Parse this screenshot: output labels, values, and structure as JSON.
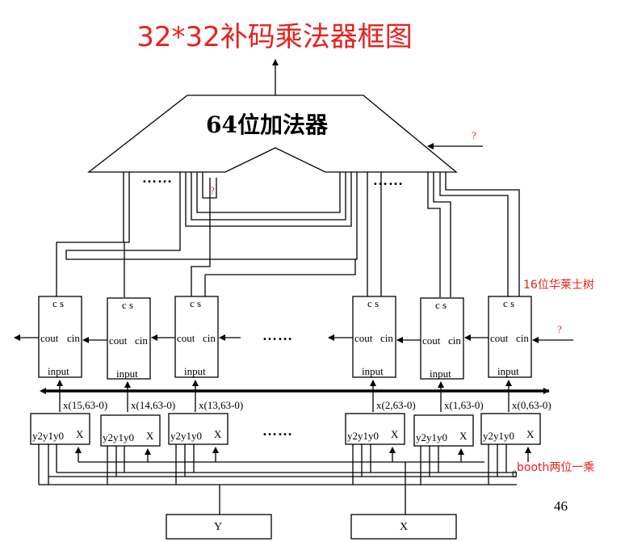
{
  "title": "32*32补码乘法器框图",
  "adder": {
    "label": "64位加法器"
  },
  "question_mark": "?",
  "wallace_tree_label": "16位华莱士树",
  "booth_label": "booth两位一乘",
  "csa_cells": [
    {
      "cs": "c s",
      "cout": "cout",
      "cin": "cin",
      "input": "input"
    },
    {
      "cs": "c s",
      "cout": "cout",
      "cin": "cin",
      "input": "input"
    },
    {
      "cs": "c s",
      "cout": "cout",
      "cin": "cin",
      "input": "input"
    },
    {
      "cs": "c s",
      "cout": "cout",
      "cin": "cin",
      "input": "input"
    },
    {
      "cs": "c s",
      "cout": "cout",
      "cin": "cin",
      "input": "input"
    },
    {
      "cs": "c s",
      "cout": "cout",
      "cin": "cin",
      "input": "input"
    }
  ],
  "bus_labels": [
    "x(15,63-0)",
    "x(14,63-0)",
    "x(13,63-0)",
    "x(2,63-0)",
    "x(1,63-0)",
    "x(0,63-0)"
  ],
  "booth_cells": [
    {
      "y": "y2y1y0",
      "x": "X"
    },
    {
      "y": "y2y1y0",
      "x": "X"
    },
    {
      "y": "y2y1y0",
      "x": "X"
    },
    {
      "y": "y2y1y0",
      "x": "X"
    },
    {
      "y": "y2y1y0",
      "x": "X"
    },
    {
      "y": "y2y1y0",
      "x": "X"
    }
  ],
  "ellipsis": "……",
  "zero_label": "0",
  "inputs": {
    "y": "Y",
    "x": "X"
  },
  "page_number": "46",
  "colors": {
    "annotation": "#e8201c",
    "line": "#000000"
  }
}
